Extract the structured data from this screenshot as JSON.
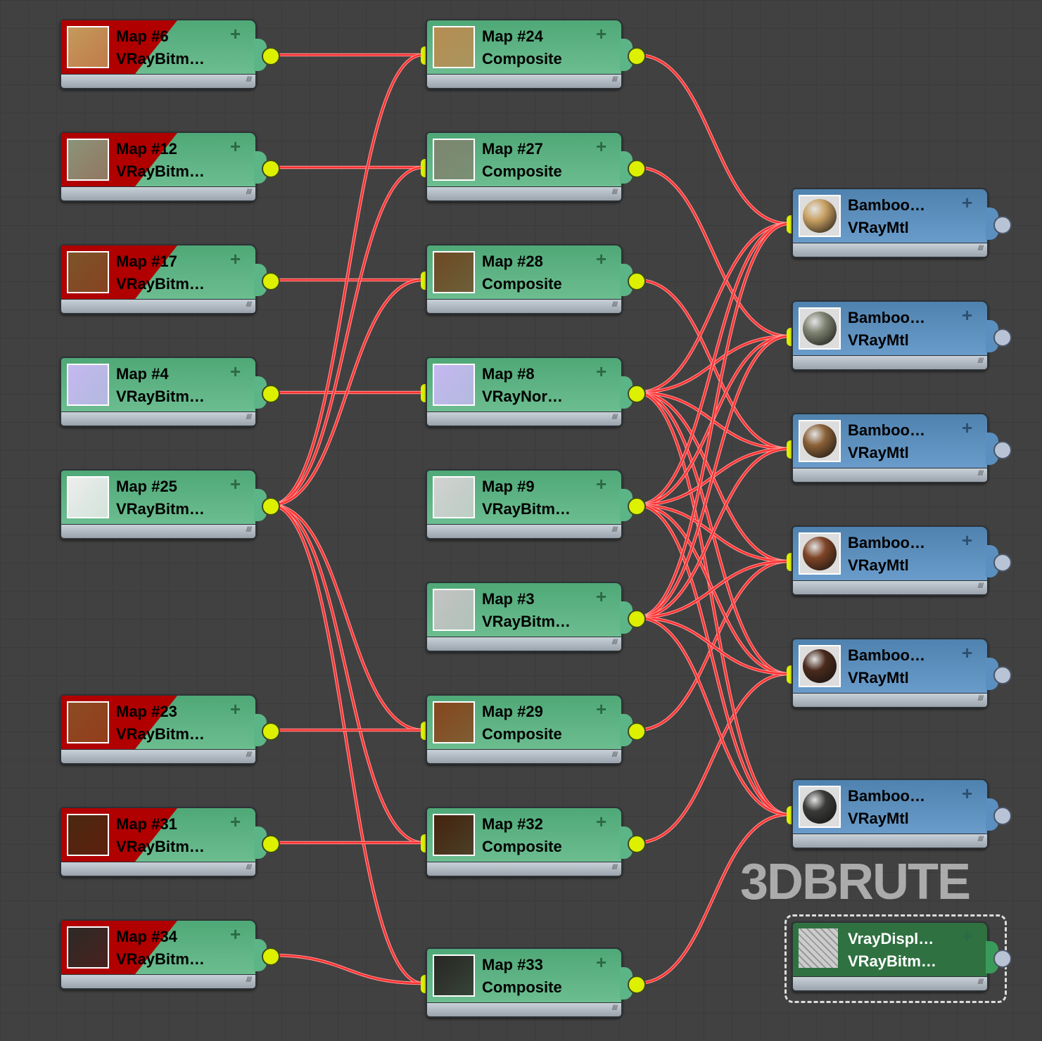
{
  "watermark": "3DBRUTE",
  "colors": {
    "wire": "#ff3030",
    "map_node": "#5cb586",
    "material_node": "#5a8fc0",
    "port": "#dcf000",
    "missing_map": "#b00000"
  },
  "nodes": [
    {
      "id": "m6",
      "title": "Map #6",
      "type": "VRayBitm…",
      "thumb": "#c49a5c",
      "missing": true
    },
    {
      "id": "m12",
      "title": "Map #12",
      "type": "VRayBitm…",
      "thumb": "#8b9479",
      "missing": true
    },
    {
      "id": "m17",
      "title": "Map #17",
      "type": "VRayBitm…",
      "thumb": "#7c5429",
      "missing": true
    },
    {
      "id": "m4",
      "title": "Map #4",
      "type": "VRayBitm…",
      "thumb": "#c6b9f2",
      "missing": false
    },
    {
      "id": "m25",
      "title": "Map #25",
      "type": "VRayBitm…",
      "thumb": "#eeeeee",
      "missing": false
    },
    {
      "id": "m23",
      "title": "Map #23",
      "type": "VRayBitm…",
      "thumb": "#8c4c22",
      "missing": true
    },
    {
      "id": "m31",
      "title": "Map #31",
      "type": "VRayBitm…",
      "thumb": "#4a2810",
      "missing": true
    },
    {
      "id": "m34",
      "title": "Map #34",
      "type": "VRayBitm…",
      "thumb": "#2e2a26",
      "missing": true
    },
    {
      "id": "m24",
      "title": "Map #24",
      "type": "Composite",
      "thumb": "#b88d52",
      "missing": false
    },
    {
      "id": "m27",
      "title": "Map #27",
      "type": "Composite",
      "thumb": "#7e8670",
      "missing": false
    },
    {
      "id": "m28",
      "title": "Map #28",
      "type": "Composite",
      "thumb": "#6e4a25",
      "missing": false
    },
    {
      "id": "m8",
      "title": "Map #8",
      "type": "VRayNor…",
      "thumb": "#c6b9f2",
      "missing": false
    },
    {
      "id": "m9",
      "title": "Map #9",
      "type": "VRayBitm…",
      "thumb": "#d2d2d2",
      "missing": false
    },
    {
      "id": "m3",
      "title": "Map #3",
      "type": "VRayBitm…",
      "thumb": "#c4c4c4",
      "missing": false
    },
    {
      "id": "m29",
      "title": "Map #29",
      "type": "Composite",
      "thumb": "#86471e",
      "missing": false
    },
    {
      "id": "m32",
      "title": "Map #32",
      "type": "Composite",
      "thumb": "#45220e",
      "missing": false
    },
    {
      "id": "m33",
      "title": "Map #33",
      "type": "Composite",
      "thumb": "#2a2724",
      "missing": false
    },
    {
      "id": "b1",
      "title": "Bamboo…",
      "type": "VRayMtl",
      "thumb": "#c9a062",
      "material": true
    },
    {
      "id": "b2",
      "title": "Bamboo…",
      "type": "VRayMtl",
      "thumb": "#7d8270",
      "material": true
    },
    {
      "id": "b3",
      "title": "Bamboo…",
      "type": "VRayMtl",
      "thumb": "#8a6036",
      "material": true
    },
    {
      "id": "b4",
      "title": "Bamboo…",
      "type": "VRayMtl",
      "thumb": "#7e4426",
      "material": true
    },
    {
      "id": "b5",
      "title": "Bamboo…",
      "type": "VRayMtl",
      "thumb": "#4a2a1c",
      "material": true
    },
    {
      "id": "b6",
      "title": "Bamboo…",
      "type": "VRayMtl",
      "thumb": "#3a3a38",
      "material": true
    },
    {
      "id": "disp",
      "title": "VrayDispl…",
      "type": "VRayBitm…",
      "thumb": "#bdbdbd",
      "selected": true
    }
  ],
  "connections": [
    [
      "m6",
      "m24"
    ],
    [
      "m12",
      "m27"
    ],
    [
      "m17",
      "m28"
    ],
    [
      "m4",
      "m8"
    ],
    [
      "m25",
      "m24"
    ],
    [
      "m25",
      "m27"
    ],
    [
      "m25",
      "m28"
    ],
    [
      "m25",
      "m29"
    ],
    [
      "m25",
      "m32"
    ],
    [
      "m25",
      "m33"
    ],
    [
      "m23",
      "m29"
    ],
    [
      "m31",
      "m32"
    ],
    [
      "m34",
      "m33"
    ],
    [
      "m24",
      "b1"
    ],
    [
      "m27",
      "b2"
    ],
    [
      "m28",
      "b3"
    ],
    [
      "m29",
      "b4"
    ],
    [
      "m32",
      "b5"
    ],
    [
      "m33",
      "b6"
    ],
    [
      "m8",
      "b1"
    ],
    [
      "m8",
      "b2"
    ],
    [
      "m8",
      "b3"
    ],
    [
      "m8",
      "b4"
    ],
    [
      "m8",
      "b5"
    ],
    [
      "m8",
      "b6"
    ],
    [
      "m9",
      "b1"
    ],
    [
      "m9",
      "b2"
    ],
    [
      "m9",
      "b3"
    ],
    [
      "m9",
      "b4"
    ],
    [
      "m9",
      "b5"
    ],
    [
      "m9",
      "b6"
    ],
    [
      "m3",
      "b1"
    ],
    [
      "m3",
      "b2"
    ],
    [
      "m3",
      "b3"
    ],
    [
      "m3",
      "b4"
    ],
    [
      "m3",
      "b5"
    ],
    [
      "m3",
      "b6"
    ]
  ]
}
